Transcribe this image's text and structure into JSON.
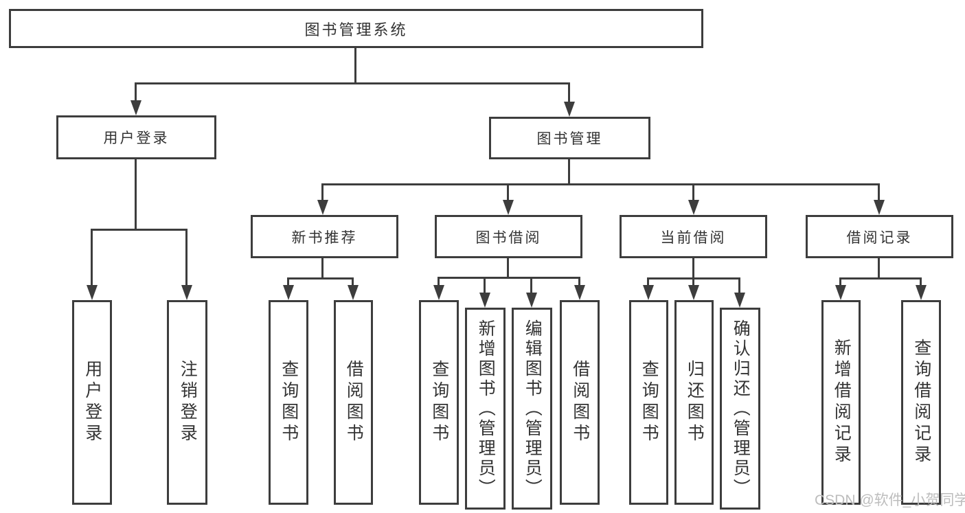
{
  "colors": {
    "line": "#3d3d3d",
    "text": "#333333",
    "background": "#ffffff",
    "watermark": "#bdbdbd"
  },
  "root": {
    "label": "图书管理系统"
  },
  "branches": [
    {
      "label": "用户登录",
      "leaves": [
        {
          "label": "用户登录"
        },
        {
          "label": "注销登录"
        }
      ]
    },
    {
      "label": "图书管理"
    }
  ],
  "modules": [
    {
      "label": "新书推荐",
      "leaves": [
        {
          "label": "查询图书"
        },
        {
          "label": "借阅图书"
        }
      ]
    },
    {
      "label": "图书借阅",
      "leaves": [
        {
          "label": "查询图书"
        },
        {
          "label": "新增图书（管理员）"
        },
        {
          "label": "编辑图书（管理员）"
        },
        {
          "label": "借阅图书"
        }
      ]
    },
    {
      "label": "当前借阅",
      "leaves": [
        {
          "label": "查询图书"
        },
        {
          "label": "归还图书"
        },
        {
          "label": "确认归还（管理员）"
        }
      ]
    },
    {
      "label": "借阅记录",
      "leaves": [
        {
          "label": "新增借阅记录"
        },
        {
          "label": "查询借阅记录"
        }
      ]
    }
  ],
  "watermark": {
    "text": "CSDN @软件_小贺同学"
  }
}
